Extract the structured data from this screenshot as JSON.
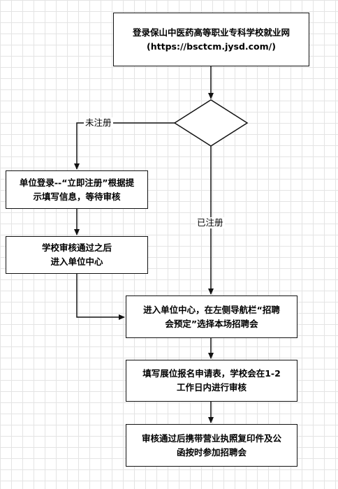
{
  "nodes": {
    "login_site": {
      "line1": "登录保山中医药高等职业专科学校就业网",
      "line2": "(https://bsctcm.jysd.com/)"
    },
    "registered_check": {
      "label": ""
    },
    "unit_register": {
      "line1": "单位登录--“立即注册”根据提",
      "line2": "示填写信息，等待审核"
    },
    "school_approve": {
      "line1": "学校审核通过之后",
      "line2": "进入单位中心"
    },
    "enter_center": {
      "line1": "进入单位中心，在左侧导航栏“招聘",
      "line2": "会预定”选择本场招聘会"
    },
    "fill_form": {
      "line1": "填写展位报名申请表，学校会在1-2",
      "line2": "工作日内进行审核"
    },
    "attend": {
      "line1": "审核通过后携带营业执照复印件及公",
      "line2": "函按时参加招聘会"
    }
  },
  "edges": {
    "not_registered": "未注册",
    "registered": "已注册"
  }
}
